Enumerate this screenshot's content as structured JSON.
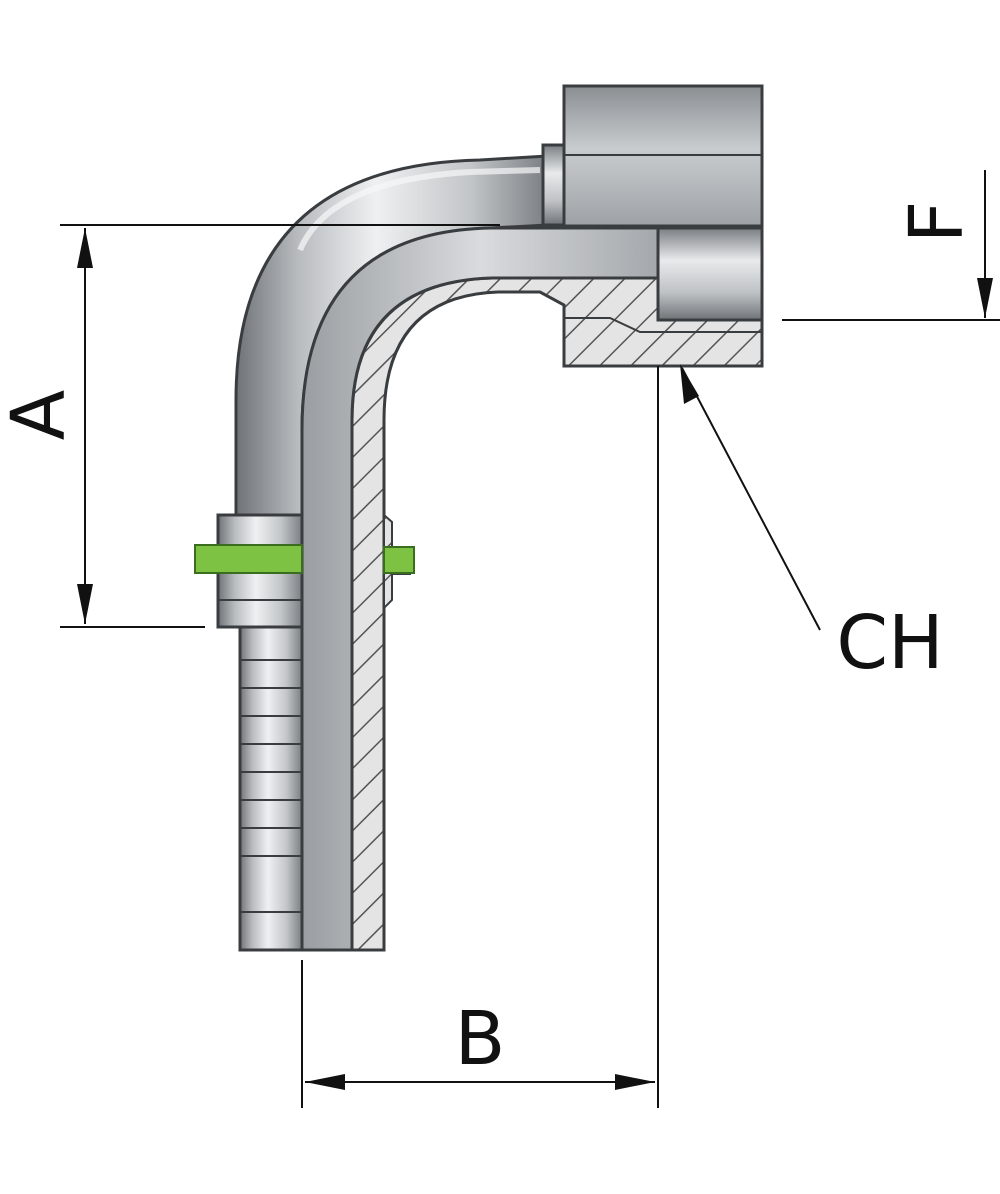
{
  "diagram": {
    "labels": {
      "a": "A",
      "b": "B",
      "f": "F",
      "ch": "CH"
    }
  }
}
